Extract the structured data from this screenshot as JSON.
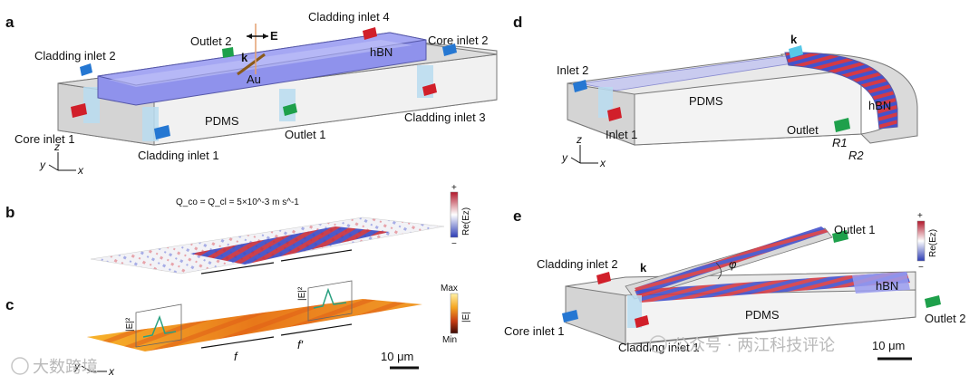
{
  "panels": {
    "a": {
      "letter": "a",
      "labels": {
        "cladding_inlet_4": "Cladding inlet 4",
        "outlet_2": "Outlet 2",
        "field_e": "E",
        "core_inlet_2": "Core inlet 2",
        "cladding_inlet_2": "Cladding inlet 2",
        "k": "k",
        "hbn": "hBN",
        "au": "Au",
        "pdms": "PDMS",
        "core_inlet_1": "Core inlet 1",
        "outlet_1": "Outlet 1",
        "cladding_inlet_3": "Cladding inlet 3",
        "cladding_inlet_1": "Cladding inlet 1"
      },
      "axes": {
        "y": "y",
        "z": "z",
        "x": "x"
      }
    },
    "b": {
      "letter": "b",
      "equation": "Q_co = Q_cl = 5×10^-3 m s^-1",
      "colorbar": {
        "plus": "+",
        "minus": "−",
        "label": "Re(Ez)"
      }
    },
    "c": {
      "letter": "c",
      "colorbar": {
        "max": "Max",
        "min": "Min",
        "label": "|E|"
      },
      "e2_label": "|E|²",
      "f_label": "f",
      "f_prime_label": "f′",
      "scalebar": "10 μm",
      "axes": {
        "y": "y",
        "x": "x"
      }
    },
    "d": {
      "letter": "d",
      "labels": {
        "k": "k",
        "inlet_2": "Inlet 2",
        "pdms": "PDMS",
        "hbn": "hBN",
        "inlet_1": "Inlet 1",
        "outlet": "Outlet",
        "r1": "R1",
        "r2": "R2"
      },
      "axes": {
        "y": "y",
        "z": "z",
        "x": "x"
      }
    },
    "e": {
      "letter": "e",
      "labels": {
        "outlet_1": "Outlet 1",
        "cladding_inlet_2": "Cladding inlet 2",
        "k": "k",
        "phi": "φ",
        "hbn": "hBN",
        "core_inlet_1": "Core inlet 1",
        "pdms": "PDMS",
        "outlet_2": "Outlet 2",
        "cladding_inlet_1": "Cladding inlet 1"
      },
      "colorbar": {
        "plus": "+",
        "minus": "−",
        "label": "Re(Ez)"
      },
      "scalebar": "10 μm"
    }
  },
  "watermarks": {
    "left": "大数跨境",
    "right": "公众号 · 两江科技评论"
  },
  "colors": {
    "hbn_top": "#9a9cf0",
    "hbn_side": "#7f82e6",
    "pdms_top": "#e8e8e8",
    "pdms_front": "#f2f2f2",
    "pdms_side": "#bdbdbd",
    "arrow_blue": "#2577d2",
    "arrow_red": "#d11f2a",
    "arrow_green": "#1ea04b",
    "window_blue": "#b9dcf0"
  }
}
